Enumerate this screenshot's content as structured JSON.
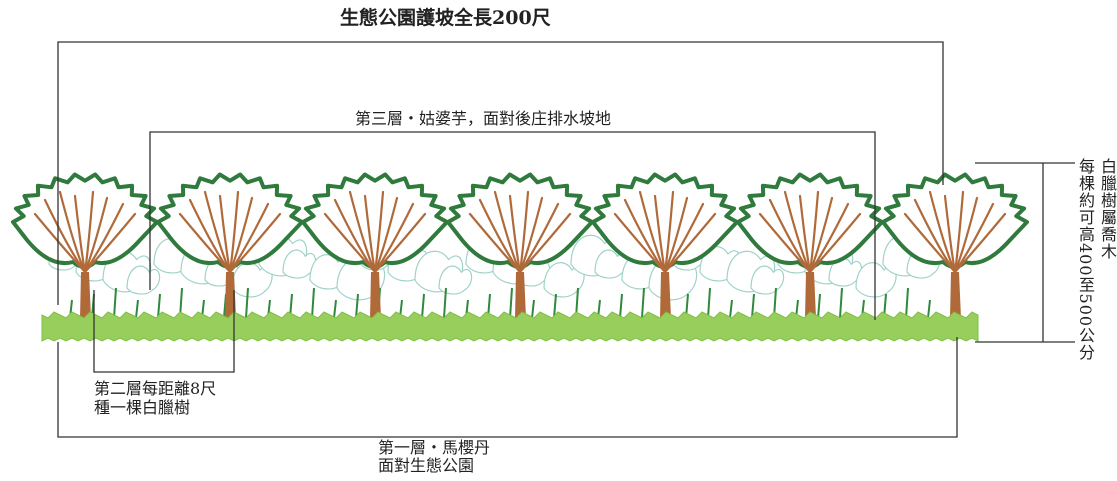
{
  "labels": {
    "title": "生態公園護坡全長200尺",
    "layer3": "第三層・姑婆芋，面對後庄排水坡地",
    "layer2_line1": "第二層每距離8尺",
    "layer2_line2": "種一棵白臘樹",
    "layer1_line1": "第一層・馬櫻丹",
    "layer1_line2": "面對生態公園",
    "height_col1": "白臘樹屬喬木",
    "height_col2": "每棵約可高400至500公分"
  },
  "colors": {
    "canopy_stroke": "#2f7a3c",
    "trunk": "#b06a3a",
    "shrub_outline": "#9fd2c9",
    "groundcover": "#98cf5c",
    "line": "#333333"
  },
  "trees": {
    "count": 7
  }
}
